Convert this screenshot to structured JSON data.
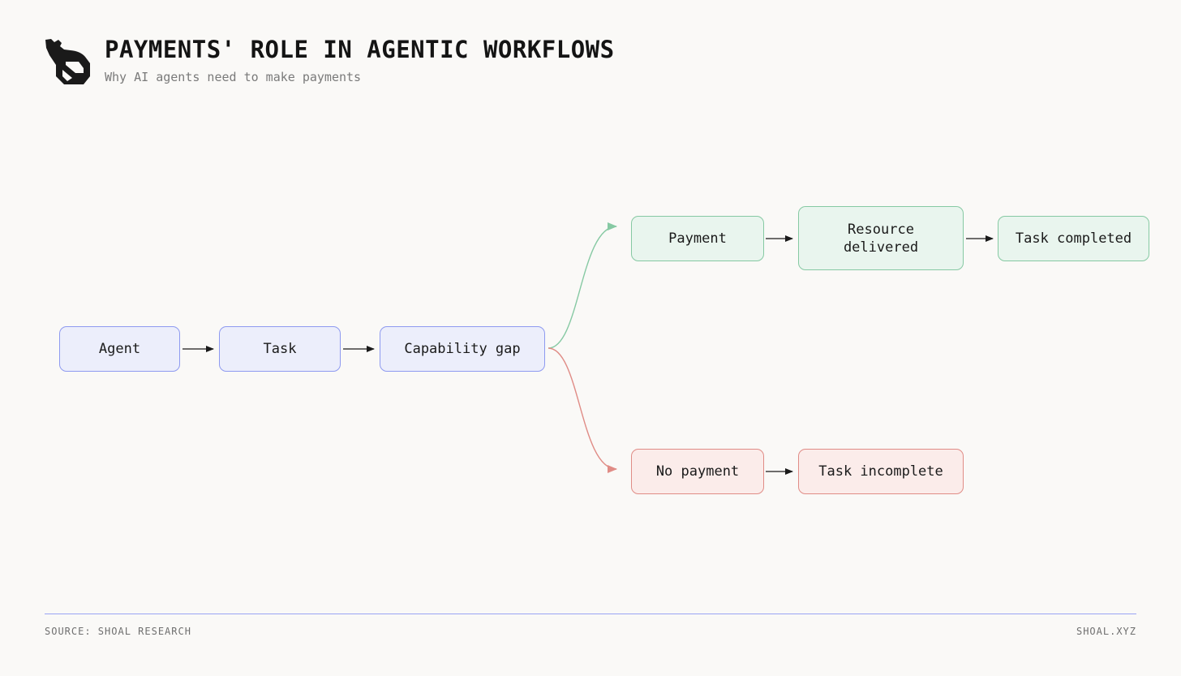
{
  "header": {
    "title": "PAYMENTS' ROLE IN AGENTIC WORKFLOWS",
    "subtitle": "Why AI agents need to make payments"
  },
  "logo": {
    "icon": "shoal-fish-logo-icon"
  },
  "flow": {
    "nodes": {
      "agent": "Agent",
      "task": "Task",
      "capability_gap": "Capability gap",
      "payment": "Payment",
      "resource_delivered": "Resource\ndelivered",
      "task_completed": "Task completed",
      "no_payment": "No payment",
      "task_incomplete": "Task incomplete"
    }
  },
  "colors": {
    "blue_fill": "#eceefb",
    "blue_border": "#8e9af0",
    "green_fill": "#e9f5ee",
    "green_border": "#86c9a3",
    "red_fill": "#fbecea",
    "red_border": "#e08c86",
    "arrow": "#1a1a1a",
    "rule": "#9aa3f4"
  },
  "footer": {
    "source": "SOURCE: SHOAL RESEARCH",
    "site": "SHOAL.XYZ"
  }
}
